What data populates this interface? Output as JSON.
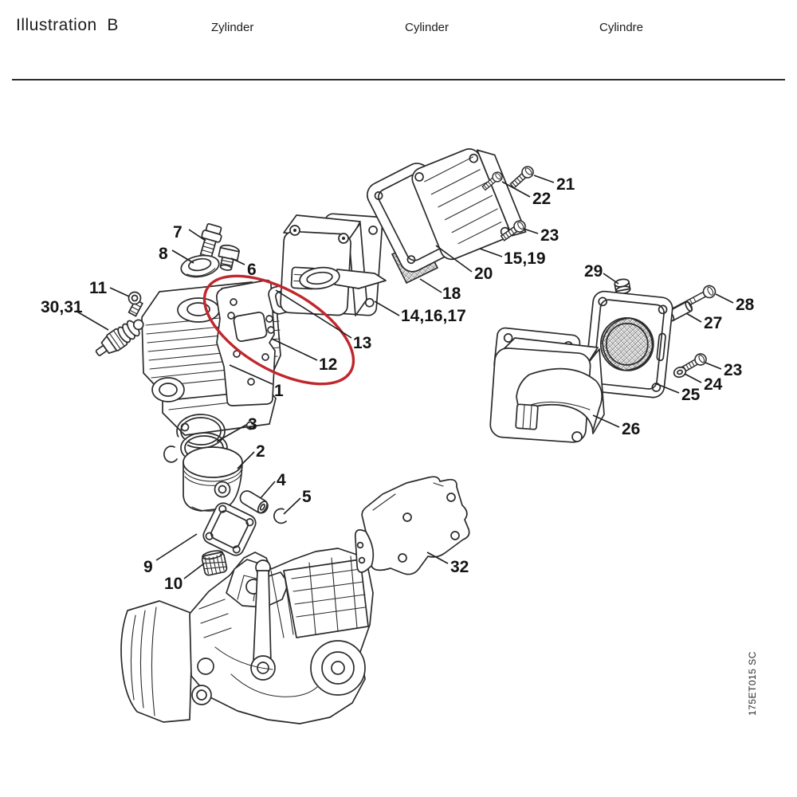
{
  "header": {
    "illustration_label": "Illustration  B",
    "title_de": "Zylinder",
    "title_en": "Cylinder",
    "title_fr": "Cylindre"
  },
  "drawing_code": "175ET015 SC",
  "highlight_color": "#c0272d",
  "part_labels": {
    "p7": "7",
    "p8": "8",
    "p6": "6",
    "p11": "11",
    "p30_31": "30,31",
    "p1": "1",
    "p3": "3",
    "p2": "2",
    "p4": "4",
    "p5": "5",
    "p9": "9",
    "p10": "10",
    "p12": "12",
    "p13": "13",
    "p14_16_17": "14,16,17",
    "p18": "18",
    "p20": "20",
    "p15_19": "15,19",
    "p21": "21",
    "p22": "22",
    "p23_top": "23",
    "p29": "29",
    "p28": "28",
    "p27": "27",
    "p23_right": "23",
    "p24": "24",
    "p25": "25",
    "p26": "26",
    "p32": "32"
  }
}
